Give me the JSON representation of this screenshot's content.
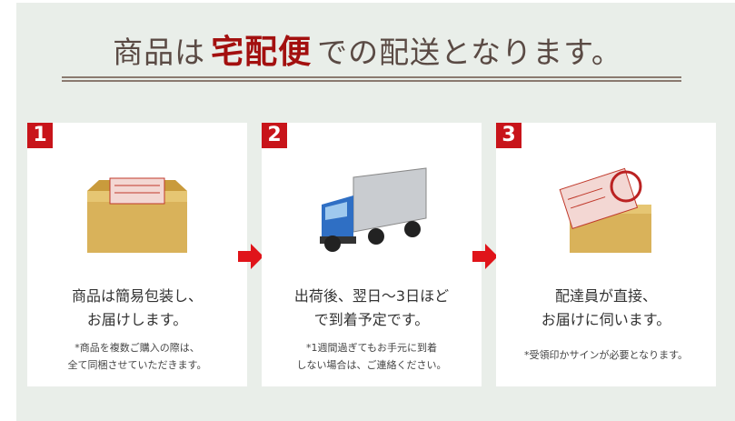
{
  "title": {
    "prefix": "商品は",
    "highlight": "宅配便",
    "suffix": "での配送となります。"
  },
  "colors": {
    "accent": "#c8141a",
    "title_highlight": "#a3100f",
    "background": "#e9eee9"
  },
  "steps": [
    {
      "number": "1",
      "icon": "cardboard-box-icon",
      "line1": "商品は簡易包装し、",
      "line2": "お届けします。",
      "note1": "*商品を複数ご購入の際は、",
      "note2": "全て同梱させていただきます。"
    },
    {
      "number": "2",
      "icon": "delivery-truck-icon",
      "line1": "出荷後、翌日～3日ほど",
      "line2": "で到着予定です。",
      "note1": "*1週間過ぎてもお手元に到着",
      "note2": "しない場合は、ご連絡ください。"
    },
    {
      "number": "3",
      "icon": "stamped-slip-box-icon",
      "line1": "配達員が直接、",
      "line2": "お届けに伺います。",
      "note1": "*受領印かサインが必要となります。",
      "note2": ""
    }
  ]
}
